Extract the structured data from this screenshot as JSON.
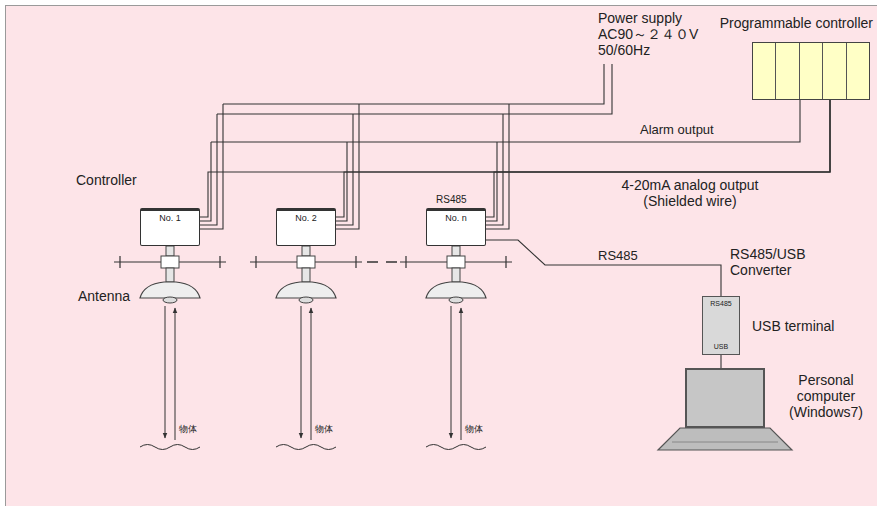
{
  "diagram": {
    "nodes": [
      {
        "text": [
          "Programmable controller"
        ]
      },
      {
        "text": [
          "No. 1"
        ]
      },
      {
        "text": [
          "No. 2"
        ]
      },
      {
        "text": [
          "No. n"
        ]
      },
      {
        "text": [
          "RS485",
          "USB"
        ]
      },
      {
        "text": [
          "Personal computer (Windows7)"
        ]
      }
    ],
    "edges": [
      {
        "from": 1,
        "to": 0,
        "arrow": "none"
      },
      {
        "from": 2,
        "to": 0,
        "arrow": "none"
      },
      {
        "from": 3,
        "to": 0,
        "arrow": "none"
      },
      {
        "from": 3,
        "to": 4,
        "label": "RS485",
        "arrow": "none"
      },
      {
        "from": 4,
        "to": 5,
        "arrow": "none"
      }
    ],
    "labels": [
      "Power supply AC90～２４０V 50/60Hz",
      "Alarm output",
      "4-20mA analog output (Shielded wire)",
      "Controller",
      "Antenna",
      "RS485",
      "RS485/USB Converter",
      "USB terminal",
      "物体",
      "物体",
      "物体"
    ]
  }
}
